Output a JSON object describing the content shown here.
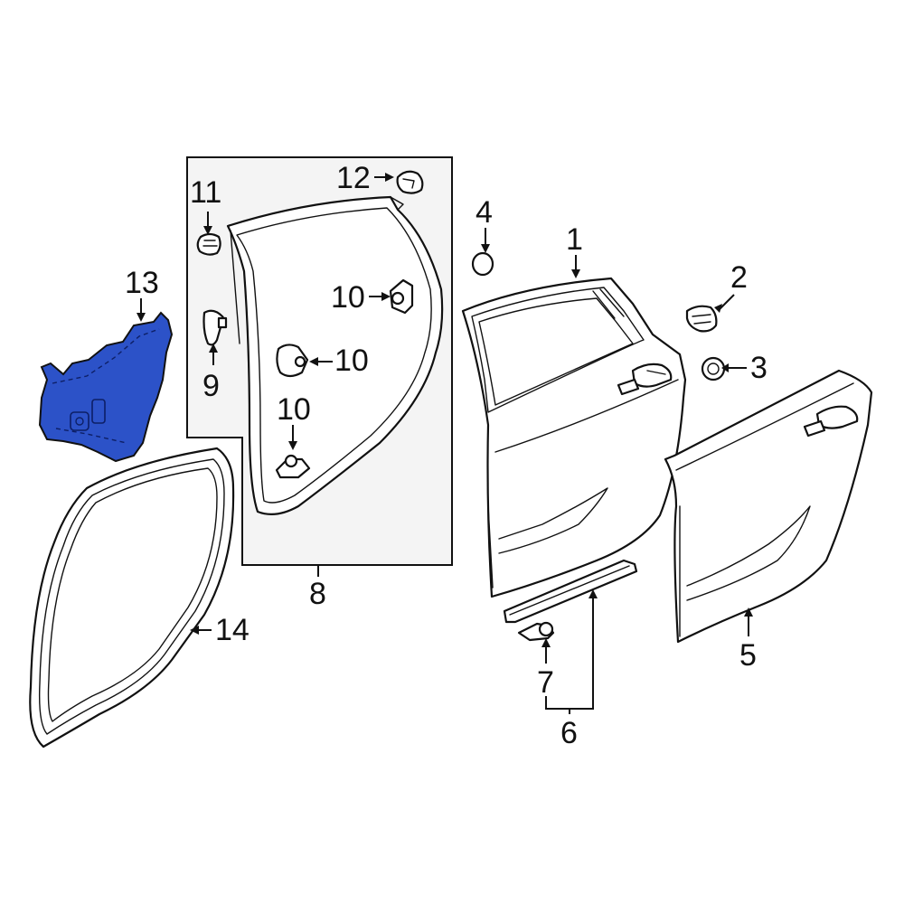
{
  "callouts": {
    "c1": "1",
    "c2": "2",
    "c3": "3",
    "c4": "4",
    "c5": "5",
    "c6": "6",
    "c7": "7",
    "c8": "8",
    "c9": "9",
    "c10a": "10",
    "c10b": "10",
    "c10c": "10",
    "c11": "11",
    "c12": "12",
    "c13": "13",
    "c14": "14"
  },
  "colors": {
    "highlight_part": "#2c52c8",
    "line": "#111111",
    "group_box": "#f4f4f4"
  }
}
